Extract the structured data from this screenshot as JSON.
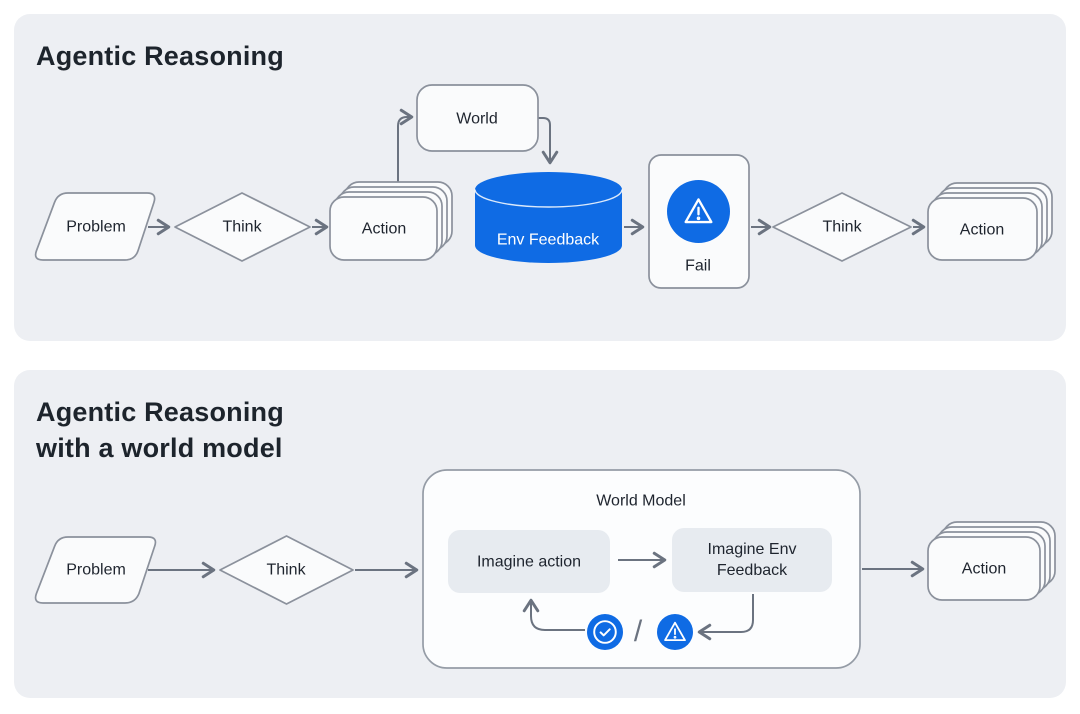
{
  "colors": {
    "panel_bg": "#edeff3",
    "node_fill": "#fafbfc",
    "node_stroke": "#8b919c",
    "arrow": "#6b7380",
    "accent_blue": "#0f6be4",
    "inner_box_bg": "#e7ebf0",
    "title_text": "#1d242c",
    "label_text": "#1e242e"
  },
  "panel_top": {
    "title": "Agentic Reasoning",
    "nodes": {
      "problem": "Problem",
      "think_left": "Think",
      "action_left": "Action",
      "world": "World",
      "env_feedback": "Env Feedback",
      "fail": "Fail",
      "think_right": "Think",
      "action_right": "Action"
    },
    "icons": {
      "fail": "warning-triangle"
    }
  },
  "panel_bottom": {
    "title": "Agentic Reasoning\nwith a world model",
    "nodes": {
      "problem": "Problem",
      "think": "Think",
      "world_model": "World Model",
      "imagine_action": "Imagine action",
      "imagine_env_feedback": "Imagine Env Feedback",
      "action": "Action"
    },
    "icons": {
      "success": "check-circle",
      "failure": "warning-triangle",
      "separator": "/"
    }
  }
}
